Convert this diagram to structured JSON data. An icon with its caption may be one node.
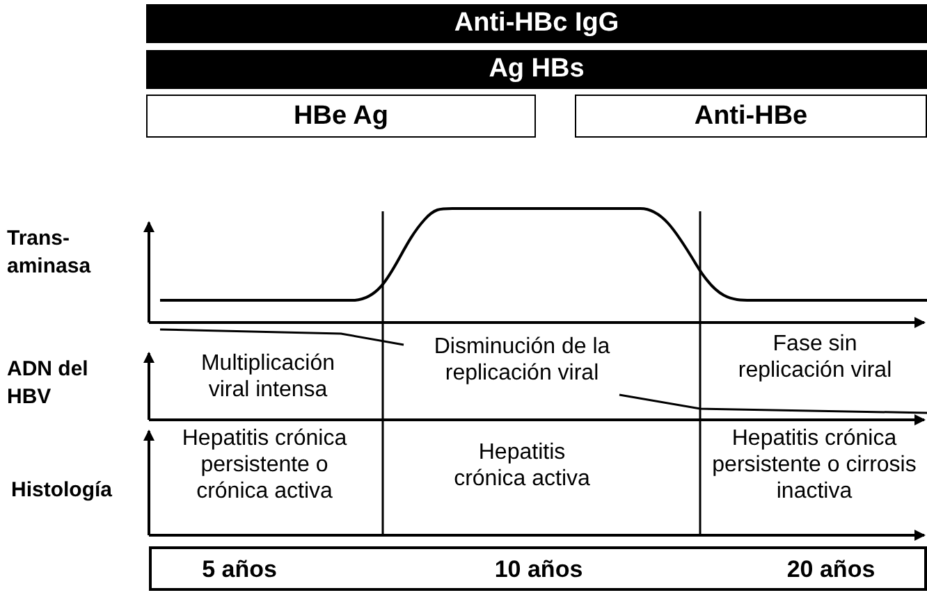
{
  "diagram": {
    "nodes": [
      {
        "text": [
          "Anti-HBc IgG"
        ]
      },
      {
        "text": [
          "Ag HBs"
        ]
      },
      {
        "text": [
          "HBe Ag"
        ]
      },
      {
        "text": [
          "Anti-HBe"
        ]
      },
      {
        "text": [
          "5 años",
          "10 años",
          "20 años"
        ]
      }
    ],
    "labels": [
      "Trans- aminasa",
      "ADN del HBV",
      "Multiplicación viral intensa",
      "Disminución de la replicación viral",
      "Fase sin replicación viral",
      "Histología",
      "Hepatitis crónica persistente o crónica activa",
      "Hepatitis crónica activa",
      "Hepatitis crónica persistente o cirrosis inactiva"
    ]
  }
}
